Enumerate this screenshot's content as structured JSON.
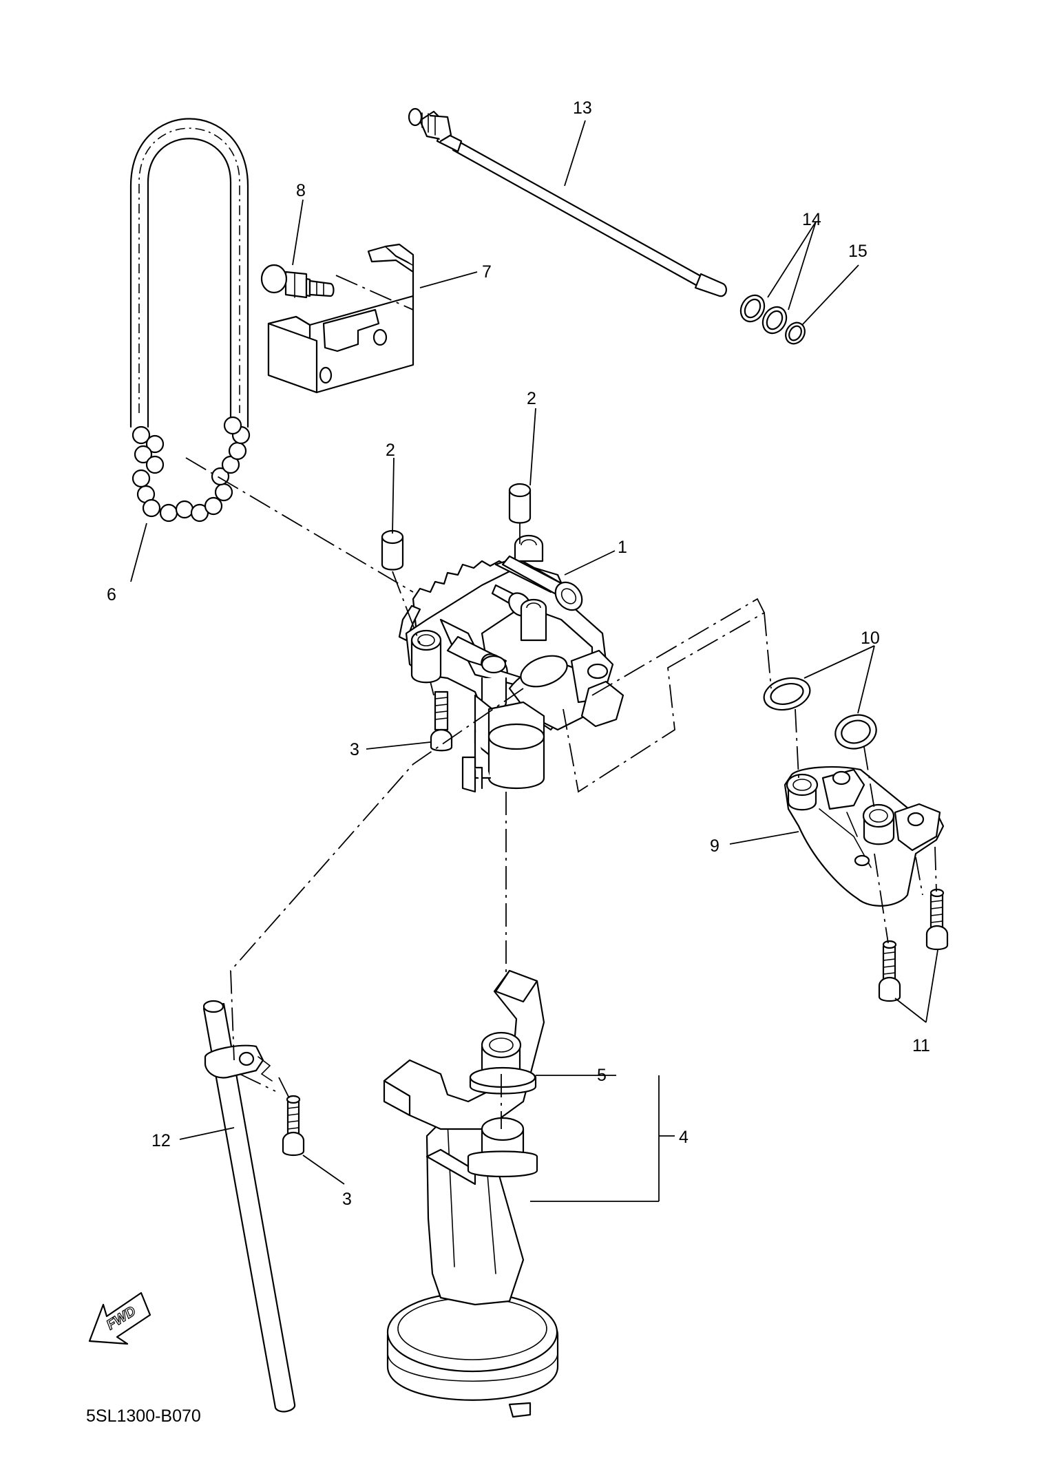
{
  "diagram": {
    "drawing_code": "5SL1300-B070",
    "fwd_label": "FWD",
    "callouts": {
      "c1": "1",
      "c2a": "2",
      "c2b": "2",
      "c3a": "3",
      "c3b": "3",
      "c4": "4",
      "c5": "5",
      "c6": "6",
      "c7": "7",
      "c8": "8",
      "c9": "9",
      "c10": "10",
      "c11": "11",
      "c12": "12",
      "c13": "13",
      "c14": "14",
      "c15": "15"
    }
  }
}
